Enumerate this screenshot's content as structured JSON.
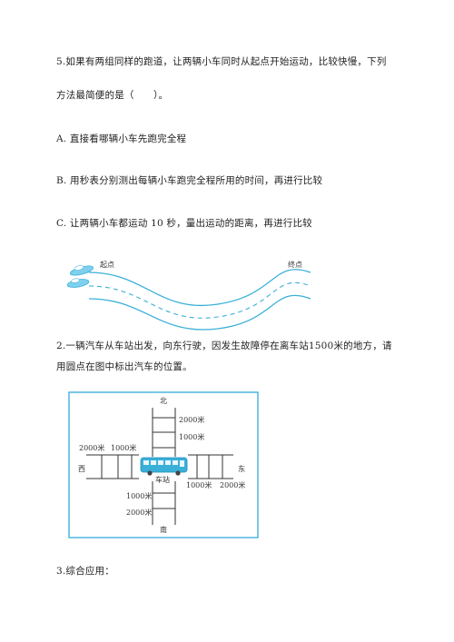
{
  "q5": {
    "line1": "5.如果有两组同样的跑道，让两辆小车同时从起点开始运动，比较快慢，下列",
    "line2": "方法最简便的是（　　）。",
    "options": [
      "A. 直接看哪辆小车先跑完全程",
      "B. 用秒表分别测出每辆小车跑完全程所用的时间，再进行比较",
      "C. 让两辆小车都运动  10  秒，量出运动的距离，再进行比较"
    ],
    "figure": {
      "start_label": "起点",
      "end_label": "终点"
    }
  },
  "q2": {
    "line1": "2.一辆汽车从车站出发，向东行驶，因发生故障停在离车站1500米的地方，请",
    "line2": "用圆点在图中标出汽车的位置。",
    "map": {
      "north": "北",
      "south": "南",
      "west": "西",
      "east": "东",
      "station": "车站",
      "north_near": "1000米",
      "north_far": "2000米",
      "south_near": "1000米",
      "south_far": "2000米",
      "west_near": "1000米",
      "west_far": "2000米",
      "east_near": "1000米",
      "east_far": "2000米"
    }
  },
  "q3": {
    "title": "3.综合应用："
  },
  "colors": {
    "accent": "#3ab0d8",
    "border": "#4fb6dd"
  }
}
